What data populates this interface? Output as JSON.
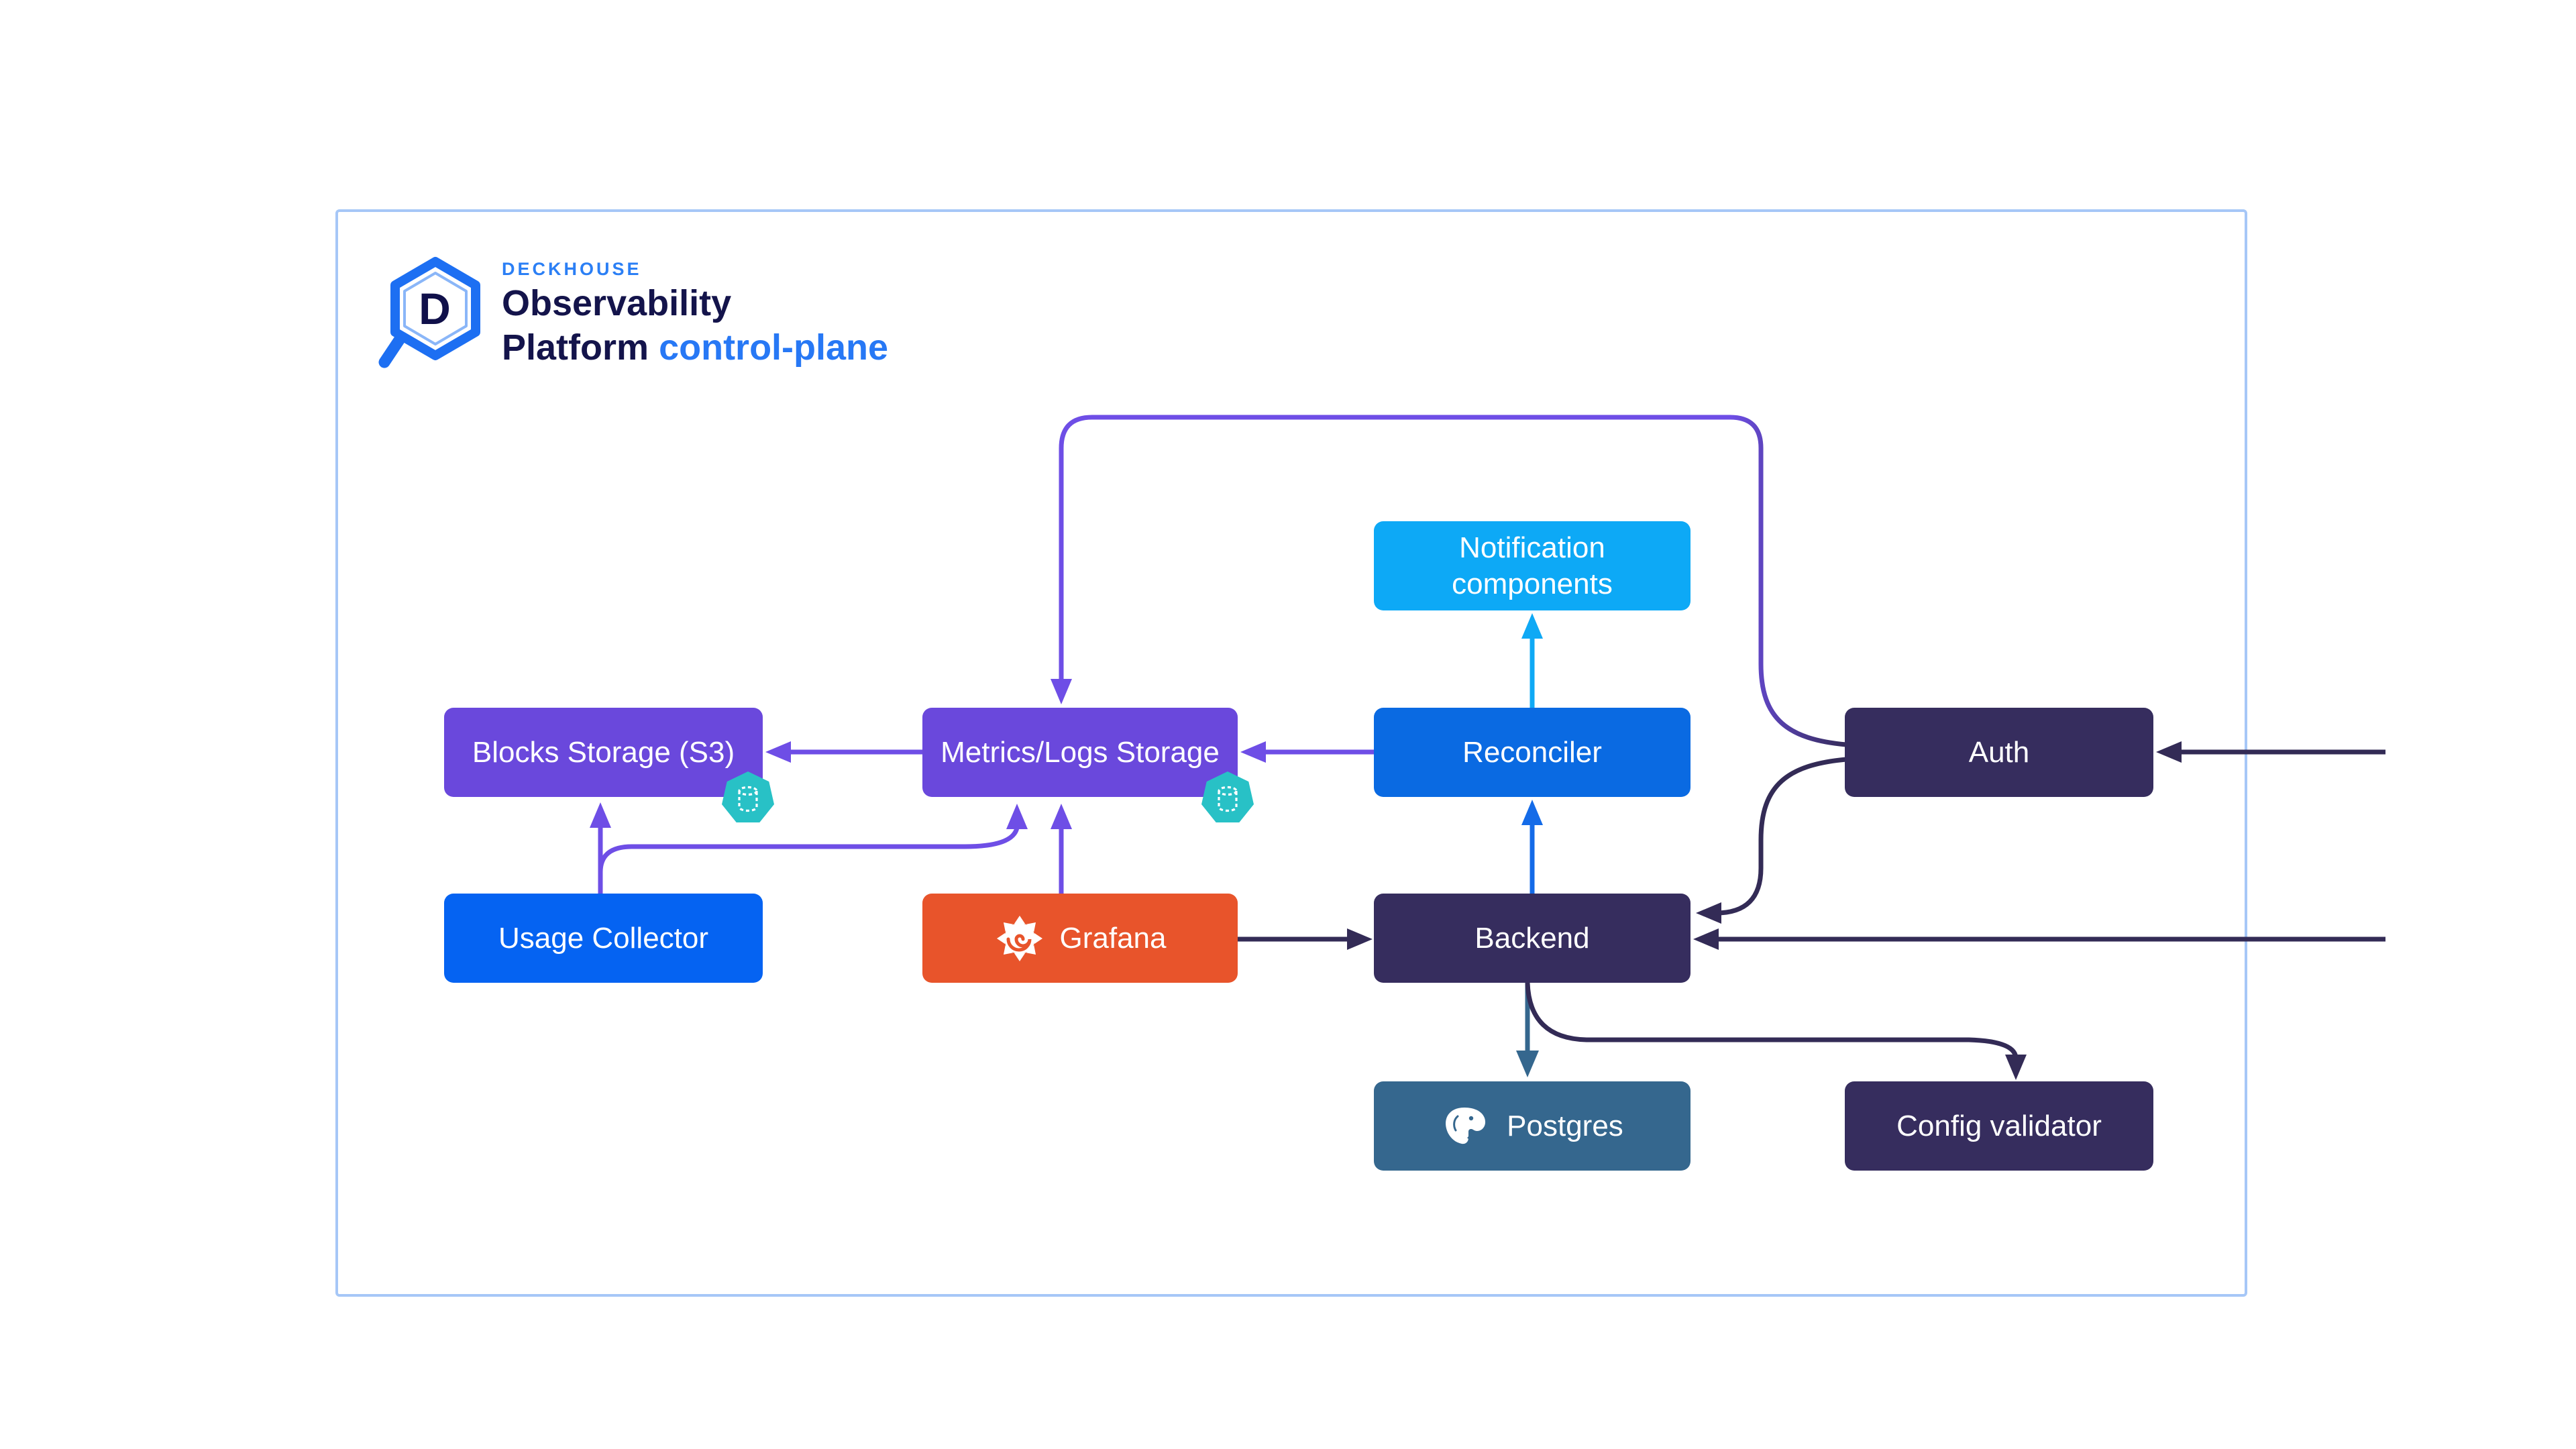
{
  "logo": {
    "brand": "DECKHOUSE",
    "product_line1": "Observability",
    "product_line2": "Platform",
    "highlight": "control-plane"
  },
  "diagram": {
    "nodes": {
      "blocks_storage": {
        "label": "Blocks Storage (S3)",
        "color": "#6A48DC",
        "badge": "database-icon"
      },
      "metrics_storage": {
        "label": "Metrics/Logs Storage",
        "color": "#6A48DC",
        "badge": "database-icon"
      },
      "notification": {
        "label": "Notification components",
        "color": "#0DA9F6"
      },
      "reconciler": {
        "label": "Reconciler",
        "color": "#0A6AE2"
      },
      "auth": {
        "label": "Auth",
        "color": "#362D5E"
      },
      "usage_collector": {
        "label": "Usage Collector",
        "color": "#0563F2"
      },
      "grafana": {
        "label": "Grafana",
        "color": "#E8542B",
        "icon": "grafana-logo-icon"
      },
      "backend": {
        "label": "Backend",
        "color": "#362D5E"
      },
      "postgres": {
        "label": "Postgres",
        "color": "#35678E",
        "icon": "postgres-logo-icon"
      },
      "config_validator": {
        "label": "Config validator",
        "color": "#362D5E"
      }
    },
    "edges": [
      {
        "from": "auth",
        "to": "metrics_storage",
        "color": "#6E4EE6"
      },
      {
        "from": "auth",
        "to": "backend",
        "color": "#332B56"
      },
      {
        "from": "external-right",
        "to": "auth",
        "color": "#332B56"
      },
      {
        "from": "external-right",
        "to": "backend",
        "color": "#332B56"
      },
      {
        "from": "grafana",
        "to": "backend",
        "color": "#332B56"
      },
      {
        "from": "grafana",
        "to": "metrics_storage",
        "color": "#6E4EE6"
      },
      {
        "from": "backend",
        "to": "reconciler",
        "color": "#146BE8"
      },
      {
        "from": "reconciler",
        "to": "notification",
        "color": "#0FA9F5"
      },
      {
        "from": "reconciler",
        "to": "metrics_storage",
        "color": "#6E4EE6"
      },
      {
        "from": "metrics_storage",
        "to": "blocks_storage",
        "color": "#6E4EE6"
      },
      {
        "from": "usage_collector",
        "to": "blocks_storage",
        "color": "#6E4EE6"
      },
      {
        "from": "usage_collector",
        "to": "metrics_storage",
        "color": "#6E4EE6"
      },
      {
        "from": "backend",
        "to": "postgres",
        "color": "#35678E"
      },
      {
        "from": "backend",
        "to": "config_validator",
        "color": "#332B56"
      }
    ],
    "frame_border_color": "#A6C7F7",
    "badge_color": "#28C1C6"
  }
}
